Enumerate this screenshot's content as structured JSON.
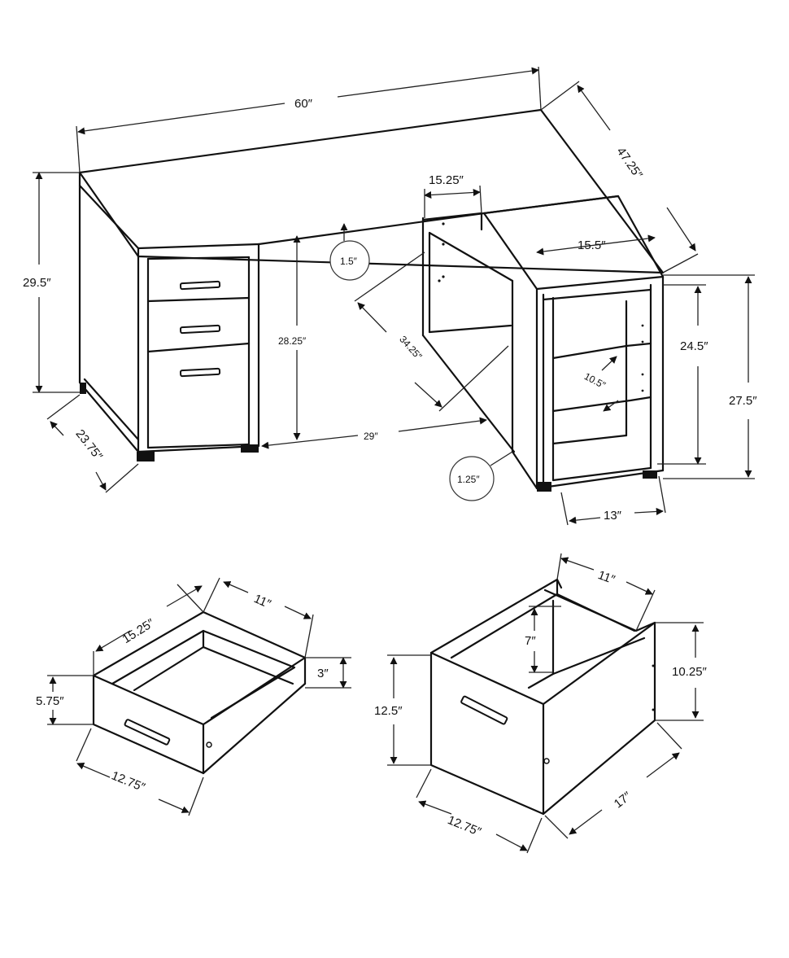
{
  "colors": {
    "line": "#111111",
    "background": "#ffffff"
  },
  "desk": {
    "width": "60″",
    "depth": "47.25″",
    "height": "29.5″",
    "leg_depth": "23.75″",
    "knee_height": "28.25″",
    "top_thickness": "1.5″",
    "shelf_unit_width": "15.25″",
    "return_top_width": "15.5″",
    "diagonal_depth": "34.25″",
    "knee_width": "29″",
    "panel_thickness": "1.25″",
    "shelf_opening_height": "24.5″",
    "return_height": "27.5″",
    "shelf_spacing": "10.5″",
    "return_width": "13″"
  },
  "small_drawer": {
    "depth": "15.25″",
    "inner_width": "11″",
    "inner_height": "3″",
    "front_height": "5.75″",
    "front_width": "12.75″"
  },
  "file_drawer": {
    "inner_width": "11″",
    "inner_height": "7″",
    "side_height": "10.25″",
    "front_height": "12.5″",
    "front_width": "12.75″",
    "depth": "17″"
  }
}
